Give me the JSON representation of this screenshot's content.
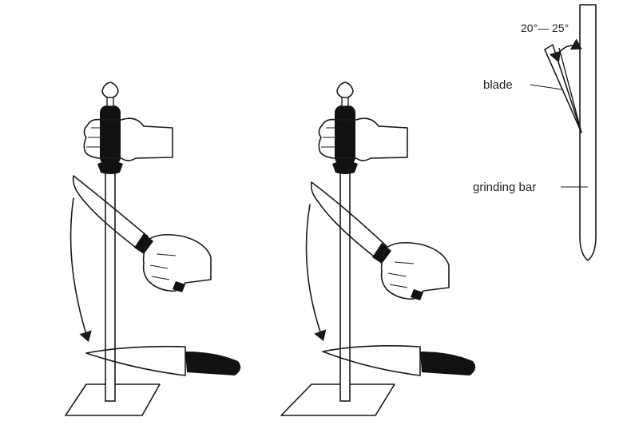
{
  "labels": {
    "angle": "20°— 25°",
    "blade": "blade",
    "grinding_bar": "grinding bar"
  },
  "colors": {
    "ink": "#1a1a1a",
    "paper": "#ffffff"
  }
}
